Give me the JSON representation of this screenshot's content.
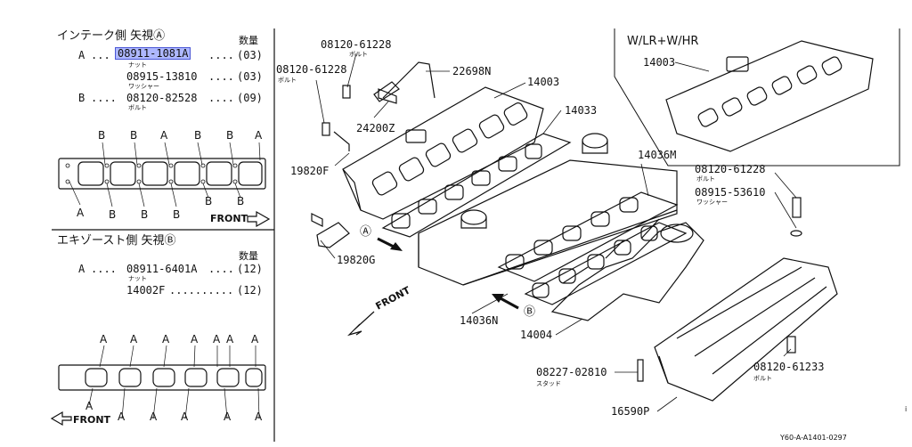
{
  "intake": {
    "title": "インテーク側 矢視Ⓐ",
    "qty_header": "数量",
    "rows": [
      {
        "key": "A",
        "dots1": "...",
        "part": "08911-1081A",
        "dots2": "....",
        "qty": "(03)",
        "sub": "ナット"
      },
      {
        "key": "",
        "dots1": "",
        "part": "08915-13810",
        "dots2": "....",
        "qty": "(03)",
        "sub": "ワッシャー"
      },
      {
        "key": "B",
        "dots1": "....",
        "part": "08120-82528",
        "dots2": "....",
        "qty": "(09)",
        "sub": "ボルト"
      }
    ],
    "top_letters": [
      "B",
      "B",
      "A",
      "B",
      "B",
      "A"
    ],
    "bottom_letters": [
      "A",
      "B",
      "B",
      "B",
      "B",
      "B"
    ],
    "front": "FRONT"
  },
  "exhaust": {
    "title": "エキゾースト側 矢視Ⓑ",
    "qty_header": "数量",
    "rows": [
      {
        "key": "A",
        "dots1": "....",
        "part": "08911-6401A",
        "dots2": "....",
        "qty": "(12)",
        "sub": "ナット"
      },
      {
        "key": "",
        "dots1": "",
        "part": "14002F",
        "dots2": "..........",
        "qty": "(12)",
        "sub": ""
      }
    ],
    "top_letters": [
      "A",
      "A",
      "A",
      "A",
      "A",
      "A",
      "A"
    ],
    "bottom_letters": [
      "A",
      "A",
      "A",
      "A",
      "A",
      "A"
    ],
    "front": "FRONT"
  },
  "inset": {
    "title": "W/LR+W/HR",
    "part": "14003"
  },
  "callouts": {
    "c1": {
      "part": "08120-61228",
      "sub": "ボルト"
    },
    "c2": {
      "part": "08120-61228",
      "sub": "ボルト"
    },
    "c3": {
      "part": "22698N"
    },
    "c4": {
      "part": "14003"
    },
    "c5": {
      "part": "14033"
    },
    "c6": {
      "part": "24200Z"
    },
    "c7": {
      "part": "19820F"
    },
    "c8": {
      "part": "19820G"
    },
    "c9": {
      "part": "14036M"
    },
    "c10": {
      "part": "08120-61228",
      "sub": "ボルト"
    },
    "c11": {
      "part": "08915-53610",
      "sub": "ワッシャー"
    },
    "c12": {
      "part": "14036N"
    },
    "c13": {
      "part": "14004"
    },
    "c14": {
      "part": "08227-02810",
      "sub": "スタッド"
    },
    "c15": {
      "part": "16590P"
    },
    "c16": {
      "part": "08120-61233",
      "sub": "ボルト"
    },
    "view_a": "Ⓐ",
    "view_b": "Ⓑ",
    "front": "FRONT"
  },
  "footer": {
    "code": "Y60-A-A1401-0297",
    "mark": "i"
  }
}
